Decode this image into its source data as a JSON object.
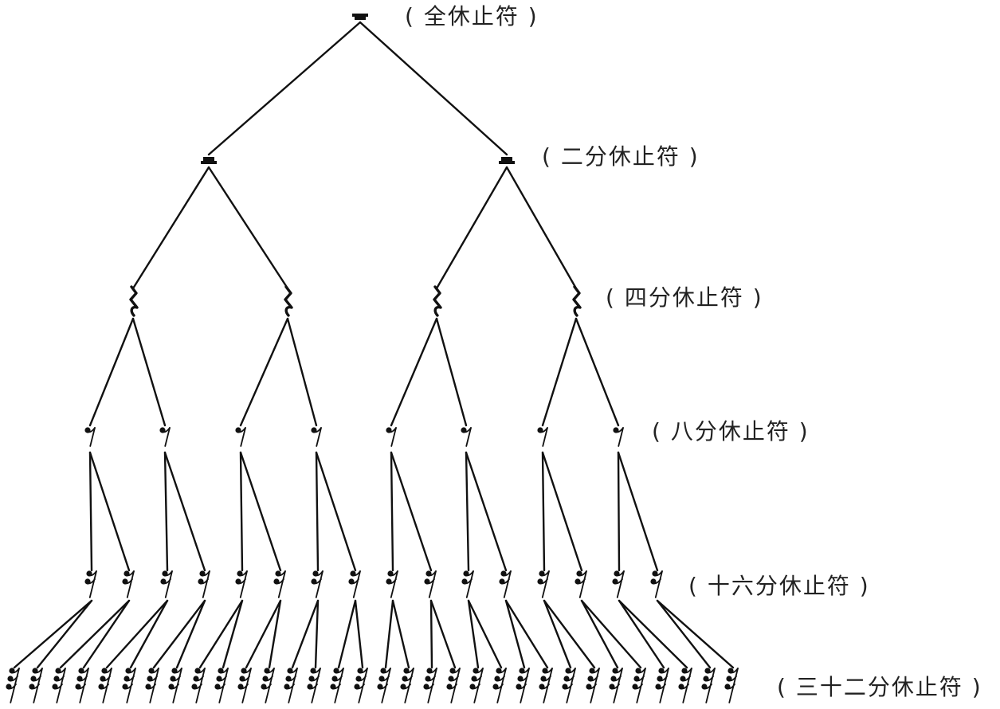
{
  "diagram": {
    "levels": [
      {
        "id": "whole",
        "label": "( 全休止符 )",
        "rest": "whole-rest",
        "count": 1
      },
      {
        "id": "half",
        "label": "( 二分休止符 )",
        "rest": "half-rest",
        "count": 2
      },
      {
        "id": "quarter",
        "label": "( 四分休止符 )",
        "rest": "quarter-rest",
        "count": 4
      },
      {
        "id": "eighth",
        "label": "( 八分休止符 )",
        "rest": "eighth-rest",
        "count": 8
      },
      {
        "id": "sixteenth",
        "label": "( 十六分休止符 )",
        "rest": "sixteenth-rest",
        "count": 16
      },
      {
        "id": "thirtysecond",
        "label": "( 三十二分休止符 )",
        "rest": "thirtysecond-rest",
        "count": 32
      }
    ],
    "colors": {
      "ink": "#111111",
      "text": "#222222",
      "background": "#ffffff"
    }
  }
}
